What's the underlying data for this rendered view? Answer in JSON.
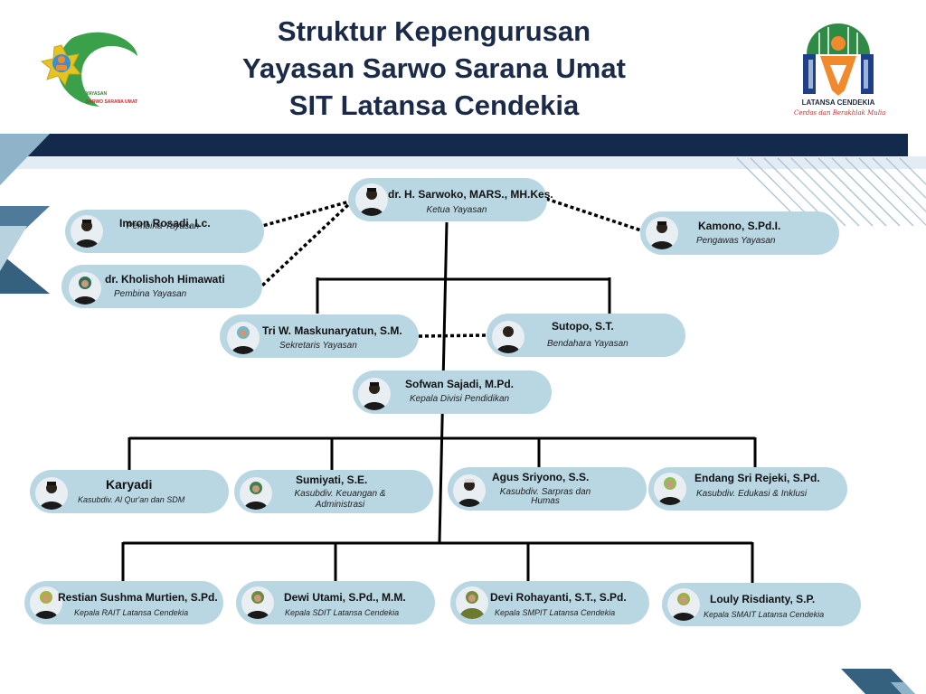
{
  "title": {
    "line1": "Struktur Kepengurusan",
    "line2": "Yayasan Sarwo Sarana Umat",
    "line3": "SIT Latansa Cendekia"
  },
  "logo_left": {
    "line1": "YAYASAN",
    "line2": "SARWO SARANA UMAT"
  },
  "logo_right": {
    "name": "LATANSA CENDEKIA",
    "tagline": "Cerdas dan Berakhlak Mulia"
  },
  "colors": {
    "node": "#b9d7e3",
    "navy": "#132a4d",
    "title": "#1b2a48",
    "accent": "#3f6d8f"
  },
  "nodes": {
    "ketua": {
      "name": "dr. H. Sarwoko, MARS., MH.Kes.",
      "role": "Ketua Yayasan"
    },
    "pembina1": {
      "name": "Imron Rosadi, Lc.",
      "role": "Pembina Yayasan"
    },
    "pembina2": {
      "name": "dr. Kholishoh Himawati",
      "role": "Pembina Yayasan"
    },
    "pengawas": {
      "name": "Kamono, S.Pd.I.",
      "role": "Pengawas Yayasan"
    },
    "sekretaris": {
      "name": "Tri W. Maskunaryatun, S.M.",
      "role": "Sekretaris Yayasan"
    },
    "bendahara": {
      "name": "Sutopo, S.T.",
      "role": "Bendahara Yayasan"
    },
    "kadiv": {
      "name": "Sofwan Sajadi, M.Pd.",
      "role": "Kepala Divisi Pendidikan"
    },
    "kasub1": {
      "name": "Karyadi",
      "role": "Kasubdiv. Al Qur'an dan SDM"
    },
    "kasub2": {
      "name": "Sumiyati, S.E.",
      "role1": "Kasubdiv.  Keuangan &",
      "role2": "Administrasi"
    },
    "kasub3": {
      "name": "Agus Sriyono, S.S.",
      "role1": "Kasubdiv. Sarpras dan",
      "role2": "Humas"
    },
    "kasub4": {
      "name": "Endang Sri Rejeki, S.Pd.",
      "role": "Kasubdiv. Edukasi & Inklusi"
    },
    "kepala1": {
      "name": "Restian Sushma Murtien, S.Pd.",
      "role": "Kepala RAIT Latansa Cendekia"
    },
    "kepala2": {
      "name": "Dewi Utami, S.Pd., M.M.",
      "role": "Kepala SDIT Latansa Cendekia"
    },
    "kepala3": {
      "name": "Devi Rohayanti, S.T., S.Pd.",
      "role": "Kepala SMPIT Latansa Cendekia"
    },
    "kepala4": {
      "name": "Louly Risdianty, S.P.",
      "role": "Kepala SMAIT Latansa Cendekia"
    }
  }
}
